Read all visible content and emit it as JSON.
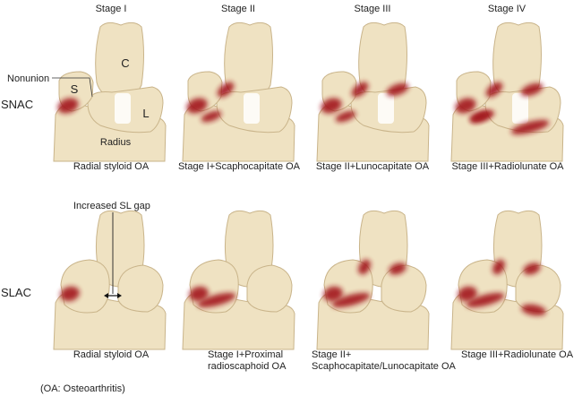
{
  "stages": [
    "Stage I",
    "Stage II",
    "Stage III",
    "Stage IV"
  ],
  "rows": {
    "snac": {
      "label": "SNAC",
      "captions": [
        "Radial styloid OA",
        "Stage I+Scaphocapitate OA",
        "Stage II+Lunocapitate OA",
        "Stage III+Radiolunate OA"
      ]
    },
    "slac": {
      "label": "SLAC",
      "captions": [
        [
          "Radial styloid OA"
        ],
        [
          "Stage I+Proximal",
          "radioscaphoid OA"
        ],
        [
          "Stage II+",
          "Scaphocapitate/Lunocapitate OA"
        ],
        [
          "Stage III+Radiolunate OA"
        ]
      ]
    }
  },
  "annotations": {
    "capitate": "C",
    "scaphoid": "S",
    "lunate": "L",
    "radius": "Radius",
    "nonunion": "Nonunion",
    "sl_gap": "Increased SL gap"
  },
  "footnote": "(OA: Osteoarthritis)",
  "colors": {
    "bone": "#efe2c2",
    "arthritis": "#a3161a"
  }
}
